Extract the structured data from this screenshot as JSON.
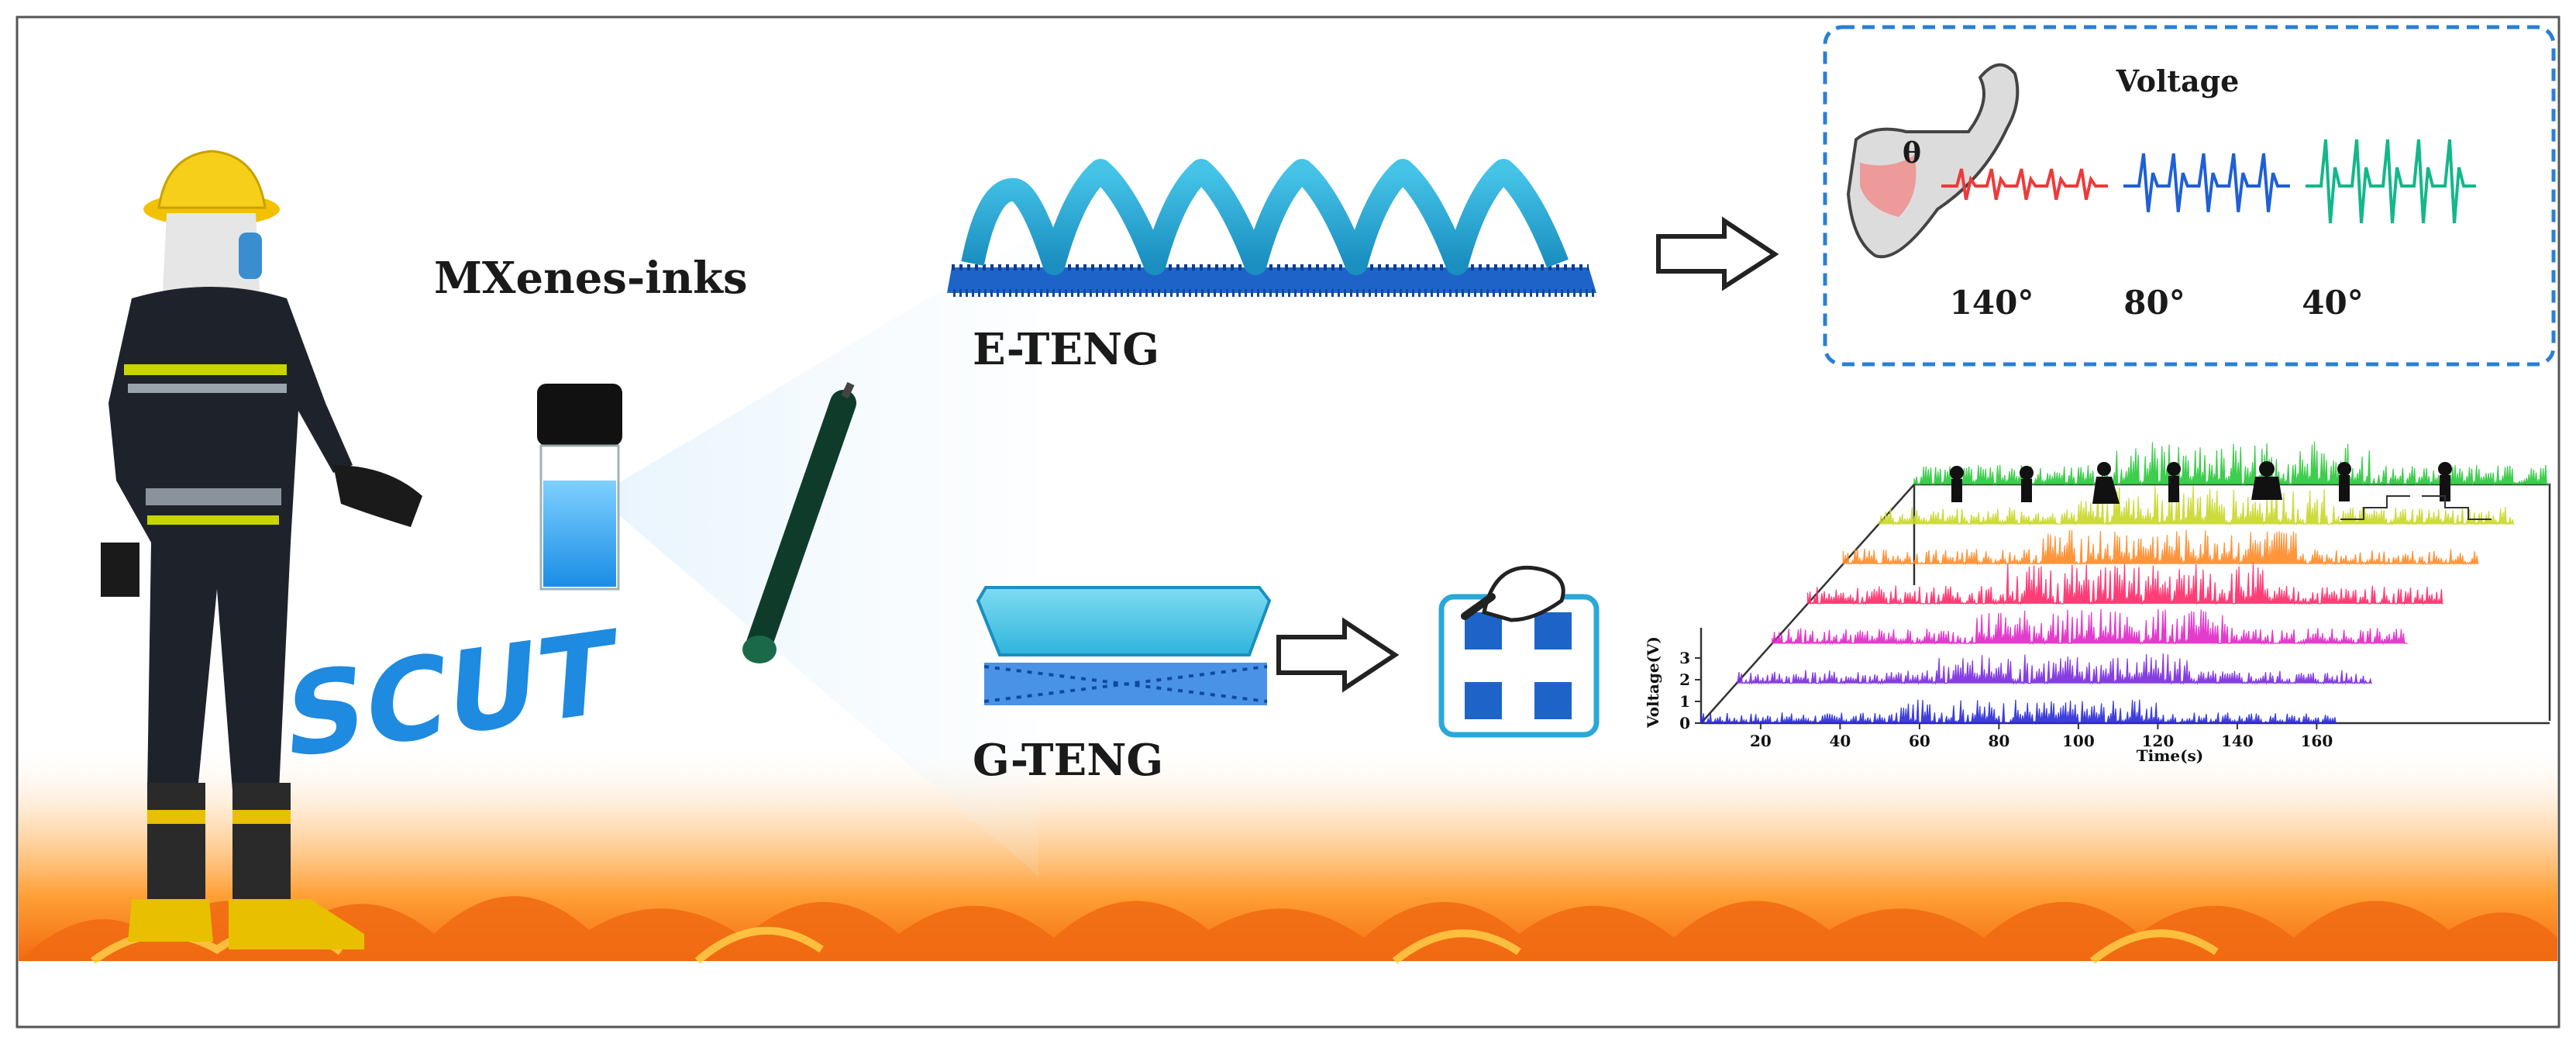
{
  "labels": {
    "inks": "MXenes-inks",
    "e_teng": "E-TENG",
    "g_teng": "G-TENG",
    "scut": "SCUT"
  },
  "voltage_panel": {
    "title": "Voltage",
    "theta": "θ",
    "angles": [
      "140°",
      "80°",
      "40°"
    ]
  },
  "chart_data": {
    "type": "area",
    "xlabel": "Time(s)",
    "ylabel": "Voltage(V)",
    "xlim": [
      5,
      165
    ],
    "ylim": [
      0,
      3
    ],
    "x_ticks": [
      20,
      40,
      60,
      80,
      100,
      120,
      140,
      160
    ],
    "y_ticks": [
      0,
      1,
      2,
      3
    ],
    "series": [
      {
        "color": "#2a2ad8",
        "peak": 1.1
      },
      {
        "color": "#7a2ae0",
        "peak": 1.4
      },
      {
        "color": "#e028c8",
        "peak": 1.6
      },
      {
        "color": "#ff2a6a",
        "peak": 1.9
      },
      {
        "color": "#ff8a28",
        "peak": 1.6
      },
      {
        "color": "#c8d828",
        "peak": 1.8
      },
      {
        "color": "#2ac83a",
        "peak": 2.0
      }
    ]
  },
  "colors": {
    "ink": "#2196e8",
    "teng_blue": "#1e64c8",
    "panel_border": "#2a7fd4",
    "trace_red": "#ee3a3a",
    "trace_blue": "#1f5fd6",
    "trace_green": "#14b78a"
  }
}
